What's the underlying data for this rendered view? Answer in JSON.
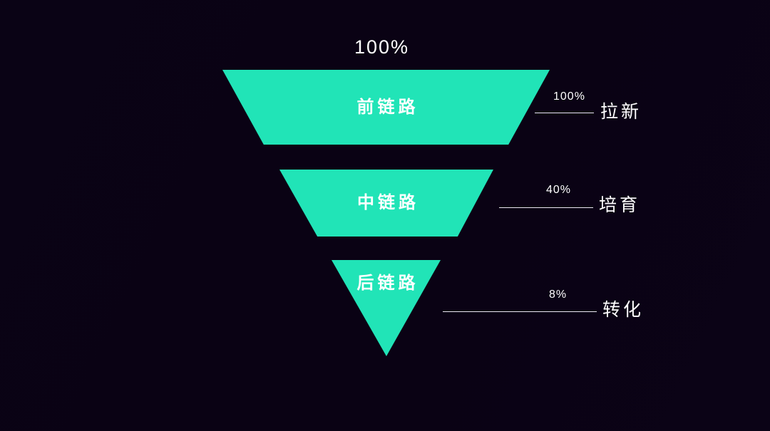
{
  "page": {
    "background_color": "#0A0313",
    "accent_color": "#21E4B7",
    "text_color": "#FFFFFF"
  },
  "funnel": {
    "top_label": "100%",
    "stages": [
      {
        "name": "前链路",
        "percent": "100%",
        "category": "拉新"
      },
      {
        "name": "中链路",
        "percent": "40%",
        "category": "培育"
      },
      {
        "name": "后链路",
        "percent": "8%",
        "category": "转化"
      }
    ]
  },
  "chart_data": {
    "type": "funnel",
    "title": "100%",
    "categories": [
      "前链路",
      "中链路",
      "后链路"
    ],
    "values": [
      100,
      40,
      8
    ],
    "value_labels": [
      "100%",
      "40%",
      "8%"
    ],
    "annotations": [
      "拉新",
      "培育",
      "转化"
    ],
    "orientation": "inverted-pyramid",
    "legend": "none",
    "grid": false,
    "segment_color": "#21E4B7",
    "background_color": "#0A0313",
    "label_color": "#FFFFFF",
    "leader_line_color": "#E9E9F1"
  }
}
